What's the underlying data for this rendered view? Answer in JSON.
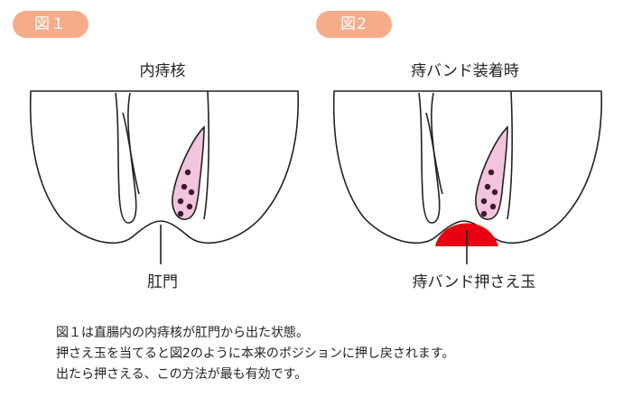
{
  "colors": {
    "badge": "#f6ac8b",
    "hemorrhoid_fill": "#f3c5dc",
    "dot": "#3b1a2c",
    "band_ball": "#e60012",
    "stroke": "#222222"
  },
  "figure1": {
    "badge": "図１",
    "title": "内痔核",
    "anus_label": "肛門"
  },
  "figure2": {
    "badge": "図2",
    "title": "痔バンド装着時",
    "band_ball_label": "痔バンド押さえ玉"
  },
  "caption": {
    "line1": "図１は直腸内の内痔核が肛門から出た状態。",
    "line2": "押さえ玉を当てると図2のように本来のポジションに押し戻されます。",
    "line3": "出たら押さえる、この方法が最も有効です。"
  }
}
